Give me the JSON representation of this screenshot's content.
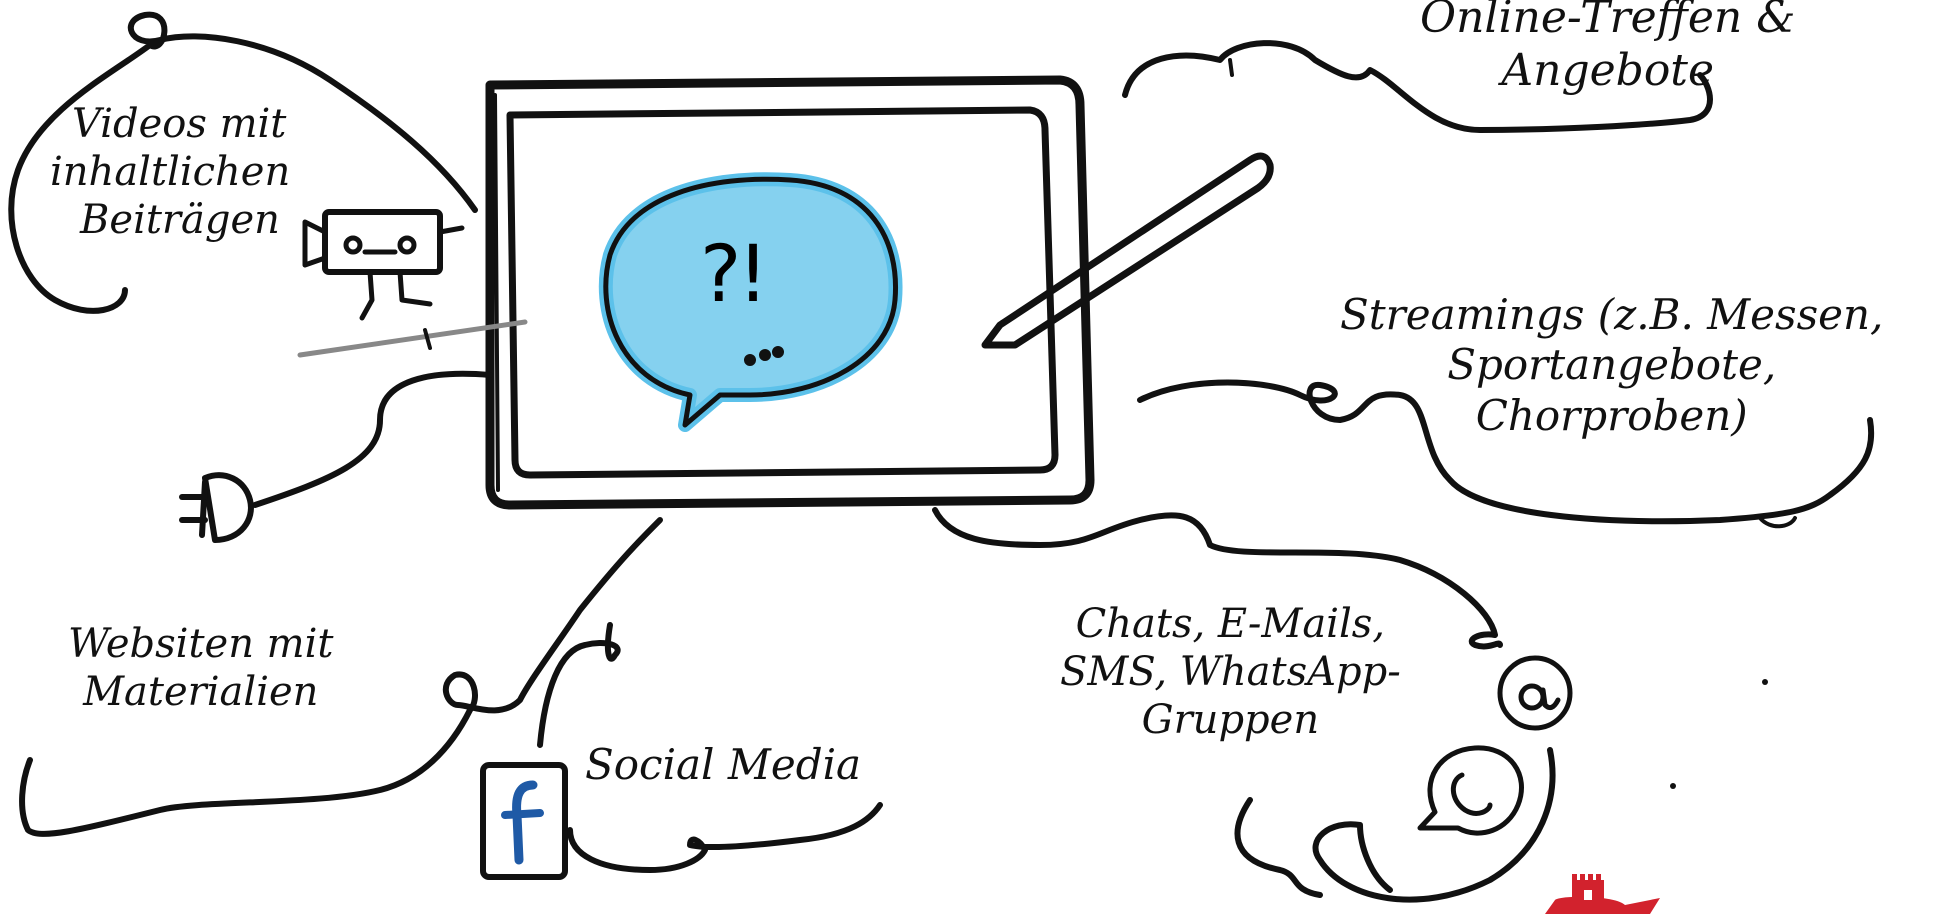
{
  "nodes": {
    "videos": {
      "lines": [
        "Videos mit",
        "inhaltlichen",
        "Beiträgen"
      ]
    },
    "online": {
      "lines": [
        "Online-Treffen &",
        "Angebote"
      ]
    },
    "streamings": {
      "lines": [
        "Streamings (z.B. Messen,",
        "Sportangebote,",
        "Chorproben)"
      ]
    },
    "websites": {
      "lines": [
        "Websiten mit",
        "Materialien"
      ]
    },
    "social": {
      "lines": [
        "Social Media"
      ]
    },
    "chats": {
      "lines": [
        "Chats, E-Mails,",
        "SMS, WhatsApp-",
        "Gruppen"
      ]
    }
  },
  "center": {
    "bubble_text": "?!"
  },
  "icons": {
    "tablet": "tablet-icon",
    "stylus": "stylus-icon",
    "speech_bubble": "speech-bubble-icon",
    "video_camera": "video-camera-icon",
    "plug": "power-plug-icon",
    "facebook": "facebook-icon",
    "at_sign": "at-sign-icon",
    "whatsapp": "whatsapp-icon",
    "logo": "castle-logo-icon"
  },
  "colors": {
    "ink": "#111111",
    "bubble_fill": "#5cc1ea",
    "facebook_blue": "#1f5aa6",
    "logo_red": "#d2222d"
  }
}
